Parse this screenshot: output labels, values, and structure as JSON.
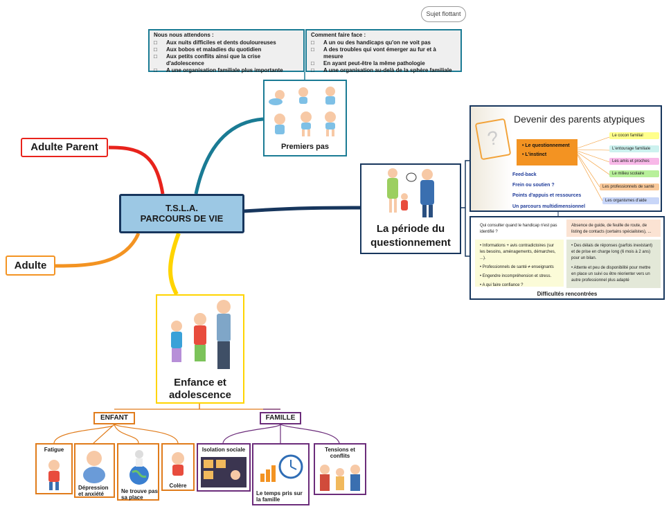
{
  "floating_topic": "Sujet flottant",
  "central": {
    "line1": "T.S.L.A.",
    "line2": "PARCOURS DE VIE"
  },
  "adulte_parent": "Adulte Parent",
  "adulte": "Adulte",
  "premiers_pas": {
    "label": "Premiers pas",
    "left_title": "Nous nous attendons :",
    "left_items": [
      "Aux nuits difficiles et dents douloureuses",
      "Aux bobos et maladies du quotidien",
      "Aux petits conflits ainsi que la crise d'adolescence",
      "A une organisation familiale plus importante"
    ],
    "right_title": "Comment faire face :",
    "right_items": [
      "A un ou des handicaps qu'on ne voit pas",
      "A des troubles qui vont émerger au fur et à mesure",
      "En ayant peut-être la même pathologie",
      "A une organisation au-delà de la sphère familiale"
    ]
  },
  "questionnement": {
    "label_line1": "La période du",
    "label_line2": "questionnement",
    "panel_title": "Devenir des parents atypiques",
    "orange_items": [
      "Le questionnement",
      "L'instinct"
    ],
    "blue_lines": [
      "Feed-back",
      "Frein ou soutien ?",
      "Points d'appuis et ressources",
      "Un parcours multidimensionnel"
    ],
    "tags": [
      "Le cocon familial",
      "L'entourage familiale",
      "Les amis et proches",
      "Le milieu scolaire",
      "Les professionnels de santé",
      "Les organismes d'aide"
    ],
    "difficultes": {
      "title": "Difficultés rencontrées",
      "top_left": "Qui consulter quand le handicap n'est pas identifié ?",
      "top_right": "Absence de guide, de feuille de route, de listing de contacts (certains spécialistes), ...",
      "left_bullets": [
        "Informations + avis contradictoires (sur les besoins, aménagements, démarches, ...).",
        "Professionnels de santé ≠ enseignants",
        "Engendre incompréhension et stress.",
        "A qui faire confiance ?"
      ],
      "right_bullets": [
        "Des délais de réponses (parfois inexistant) et de prise en charge long (6 mois à 2 ans) pour un bilan.",
        "Attente et peu de disponibilité pour mettre en place un suivi ou être réorienter vers un autre professionnel plus adapté"
      ]
    }
  },
  "enfance": {
    "label_line1": "Enfance et",
    "label_line2": "adolescence",
    "enfant": "ENFANT",
    "famille": "FAMILLE",
    "enfant_items": [
      "Fatigue",
      "Dépression et anxiété",
      "Ne trouve pas sa place",
      "Colère"
    ],
    "famille_items": [
      "Isolation sociale",
      "Le temps pris sur la famille",
      "Tensions et conflits"
    ]
  },
  "colors": {
    "red": "#e8231c",
    "orange": "#f39322",
    "yellow": "#ffd400",
    "teal": "#1a7b94",
    "navy": "#17365d",
    "enfant_orange": "#e07b1a",
    "famille_purple": "#6b2c7a"
  }
}
